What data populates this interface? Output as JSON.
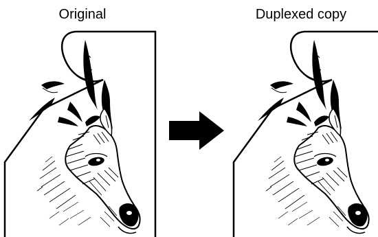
{
  "labels": {
    "original": "Original",
    "duplexed_copy": "Duplexed copy"
  },
  "colors": {
    "ink": "#000000",
    "paper": "#ffffff"
  },
  "icons": {
    "arrow": "right-arrow-icon",
    "illustration": "deer-head-illustration"
  }
}
